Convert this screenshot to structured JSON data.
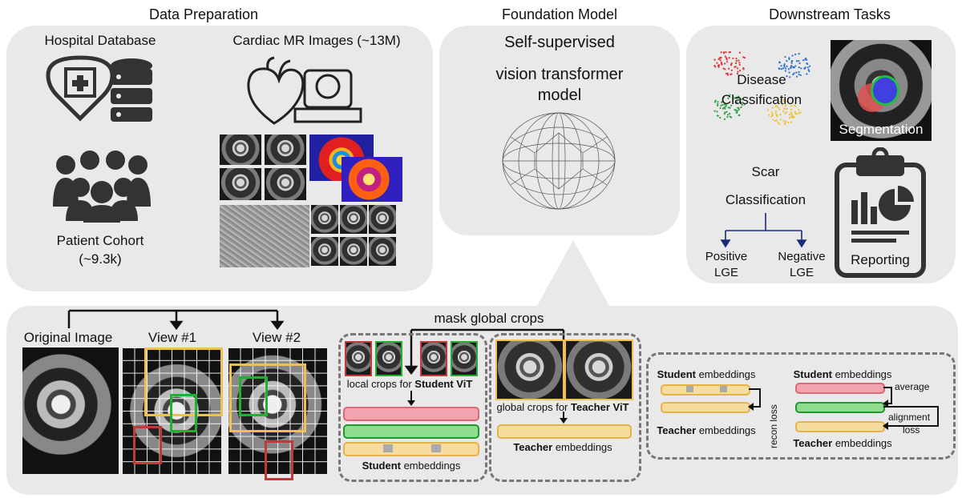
{
  "sections": {
    "data_prep": "Data Preparation",
    "foundation": "Foundation Model",
    "downstream": "Downstream Tasks"
  },
  "data_prep": {
    "hospital": "Hospital Database",
    "cmr": "Cardiac MR Images (~13M)",
    "cohort": "Patient Cohort",
    "cohort_count": "(~9.3k)"
  },
  "foundation": {
    "line1": "Self-supervised",
    "line2": "vision transformer",
    "line3": "model"
  },
  "downstream": {
    "disease1": "Disease",
    "disease2": "Classification",
    "segmentation": "Segmentation",
    "scar1": "Scar",
    "scar2": "Classification",
    "positive1": "Positive",
    "positive2": "LGE",
    "negative1": "Negative",
    "negative2": "LGE",
    "reporting": "Reporting"
  },
  "training": {
    "original": "Original Image",
    "view1": "View #1",
    "view2": "View #2",
    "mask": "mask global crops",
    "local_prefix": "local crops for ",
    "local_bold": "Student ViT",
    "global_prefix": "global crops for ",
    "global_bold": "Teacher ViT",
    "student_bold": "Student",
    "embeddings": " embeddings",
    "teacher_bold": "Teacher",
    "recon": "recon loss",
    "average": "average",
    "alignment1": "alignment",
    "alignment2": "loss"
  },
  "colors": {
    "view_box": "#f0c050",
    "green_box": "#22b030",
    "red_box": "#c03a3a",
    "arrow_blue": "#1a2a7a"
  }
}
